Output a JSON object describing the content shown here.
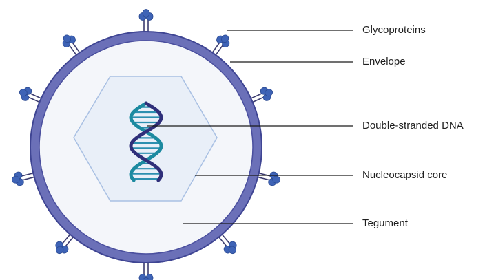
{
  "labels": {
    "glycoproteins": "Glycoproteins",
    "envelope": "Envelope",
    "dna": "Double-stranded DNA",
    "nucleocapsid": "Nucleocapsid core",
    "tegument": "Tegument"
  },
  "colors": {
    "envelope_fill": "#6b70b8",
    "envelope_stroke": "#3f4593",
    "inner_fill": "#f4f6fa",
    "capsid_fill": "#e9eff8",
    "capsid_stroke": "#a9c0e3",
    "protein_fill": "#3e63b6",
    "dna_dark": "#2f2f7a",
    "dna_teal": "#1c8aa0",
    "leader_line": "#1a1a1a"
  }
}
